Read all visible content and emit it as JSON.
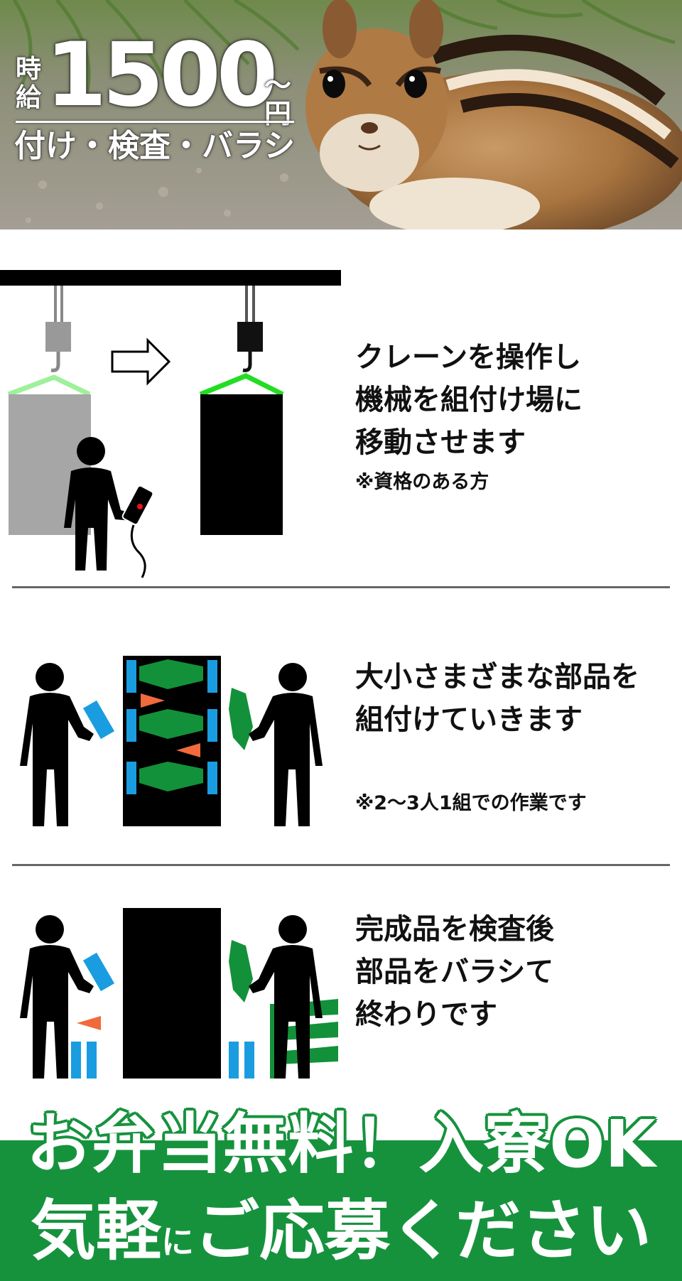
{
  "hero": {
    "wage_prefix": "時給",
    "wage_amount": "1500",
    "wage_suffix": "〜円",
    "job_types": "付け・検査・バラシ"
  },
  "sections": [
    {
      "lines": [
        "クレーンを操作し",
        "機械を組付け場に",
        "移動させます"
      ],
      "note": "※資格のある方"
    },
    {
      "lines": [
        "大小さまざまな部品を",
        "組付けていきます"
      ],
      "note": "※2〜3人1組での作業です"
    },
    {
      "lines": [
        "完成品を検査後",
        "部品をバラシて",
        "終わりです"
      ],
      "note": ""
    }
  ],
  "banner": {
    "line1": "お弁当無料！入寮OK",
    "line2_a": "気軽",
    "line2_small": "に",
    "line2_b": "ご応募ください"
  },
  "colors": {
    "banner_green": "#16923d",
    "hook_green": "#22dd22",
    "part_green": "#12913a",
    "part_blue": "#1a9de0",
    "part_orange": "#f06a3c"
  }
}
